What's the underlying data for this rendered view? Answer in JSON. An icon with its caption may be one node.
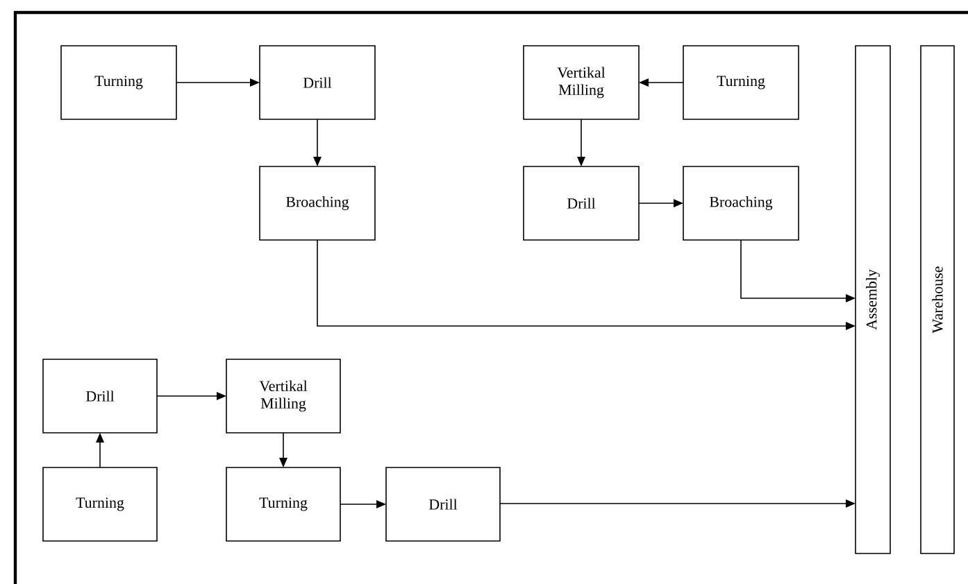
{
  "diagram": {
    "nodes": [
      {
        "text": [
          "Turning"
        ]
      },
      {
        "text": [
          "Drill"
        ]
      },
      {
        "text": [
          "Broaching"
        ]
      },
      {
        "text": [
          "Vertikal Milling"
        ]
      },
      {
        "text": [
          "Turning"
        ]
      },
      {
        "text": [
          "Drill"
        ]
      },
      {
        "text": [
          "Broaching"
        ]
      },
      {
        "text": [
          "Assembly"
        ]
      },
      {
        "text": [
          "Warehouse"
        ]
      },
      {
        "text": [
          "Drill"
        ]
      },
      {
        "text": [
          "Vertikal Milling"
        ]
      },
      {
        "text": [
          "Turning"
        ]
      },
      {
        "text": [
          "Turning"
        ]
      },
      {
        "text": [
          "Drill"
        ]
      }
    ],
    "edges": [
      {
        "from": 0,
        "to": 1,
        "arrow": "to"
      },
      {
        "from": 1,
        "to": 2,
        "arrow": "to"
      },
      {
        "from": 4,
        "to": 3,
        "arrow": "to"
      },
      {
        "from": 3,
        "to": 5,
        "arrow": "to"
      },
      {
        "from": 5,
        "to": 6,
        "arrow": "to"
      },
      {
        "from": 6,
        "to": 7,
        "arrow": "to"
      },
      {
        "from": 2,
        "to": 7,
        "arrow": "to"
      },
      {
        "from": 11,
        "to": 9,
        "arrow": "to"
      },
      {
        "from": 9,
        "to": 10,
        "arrow": "to"
      },
      {
        "from": 10,
        "to": 12,
        "arrow": "to"
      },
      {
        "from": 12,
        "to": 13,
        "arrow": "to"
      },
      {
        "from": 13,
        "to": 7,
        "arrow": "to"
      }
    ]
  }
}
